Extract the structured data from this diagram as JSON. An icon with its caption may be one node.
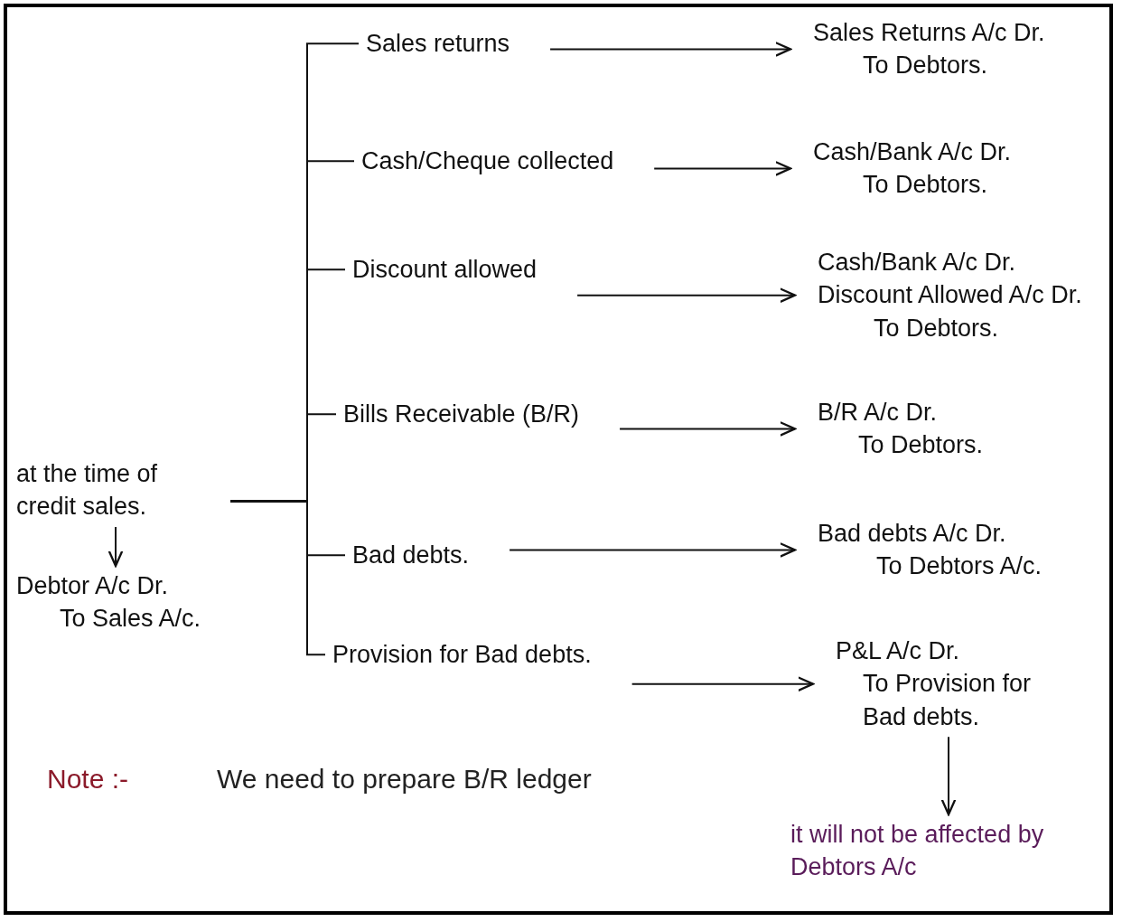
{
  "diagram": {
    "nodes": [
      {
        "text": [
          "at the time of credit sales."
        ]
      },
      {
        "text": [
          "Debtor A/c Dr.",
          "To Sales A/c."
        ]
      },
      {
        "text": [
          "Sales returns"
        ]
      },
      {
        "text": [
          "Cash/Cheque collected"
        ]
      },
      {
        "text": [
          "Discount allowed"
        ]
      },
      {
        "text": [
          "Bills Receivable (B/R)"
        ]
      },
      {
        "text": [
          "Bad debts."
        ]
      },
      {
        "text": [
          "Provision for Bad debts."
        ]
      },
      {
        "text": [
          "Sales Returns A/c Dr.",
          "To Debtors."
        ]
      },
      {
        "text": [
          "Cash/Bank A/c Dr.",
          "To Debtors."
        ]
      },
      {
        "text": [
          "Cash/Bank A/c Dr.",
          "Discount Allowed A/c Dr.",
          "To Debtors."
        ]
      },
      {
        "text": [
          "B/R A/c Dr.",
          "To Debtors."
        ]
      },
      {
        "text": [
          "Bad debts A/c Dr.",
          "To Debtors A/c."
        ]
      },
      {
        "text": [
          "P&L A/c Dr.",
          "To Provision for Bad debts."
        ]
      },
      {
        "text": [
          "it will not be affected by Debtors A/c"
        ]
      }
    ],
    "edges": [
      {
        "from": 0,
        "to": 1,
        "arrow": "to"
      },
      {
        "from": 0,
        "to": 2,
        "arrow": "none"
      },
      {
        "from": 0,
        "to": 3,
        "arrow": "none"
      },
      {
        "from": 0,
        "to": 4,
        "arrow": "none"
      },
      {
        "from": 0,
        "to": 5,
        "arrow": "none"
      },
      {
        "from": 0,
        "to": 6,
        "arrow": "none"
      },
      {
        "from": 0,
        "to": 7,
        "arrow": "none"
      },
      {
        "from": 2,
        "to": 8,
        "arrow": "to"
      },
      {
        "from": 3,
        "to": 9,
        "arrow": "to"
      },
      {
        "from": 4,
        "to": 10,
        "arrow": "to"
      },
      {
        "from": 5,
        "to": 11,
        "arrow": "to"
      },
      {
        "from": 6,
        "to": 12,
        "arrow": "to"
      },
      {
        "from": 7,
        "to": 13,
        "arrow": "to"
      },
      {
        "from": 13,
        "to": 14,
        "arrow": "to"
      }
    ],
    "labels": [
      "Note :-",
      "We need to prepare B/R ledger"
    ]
  }
}
